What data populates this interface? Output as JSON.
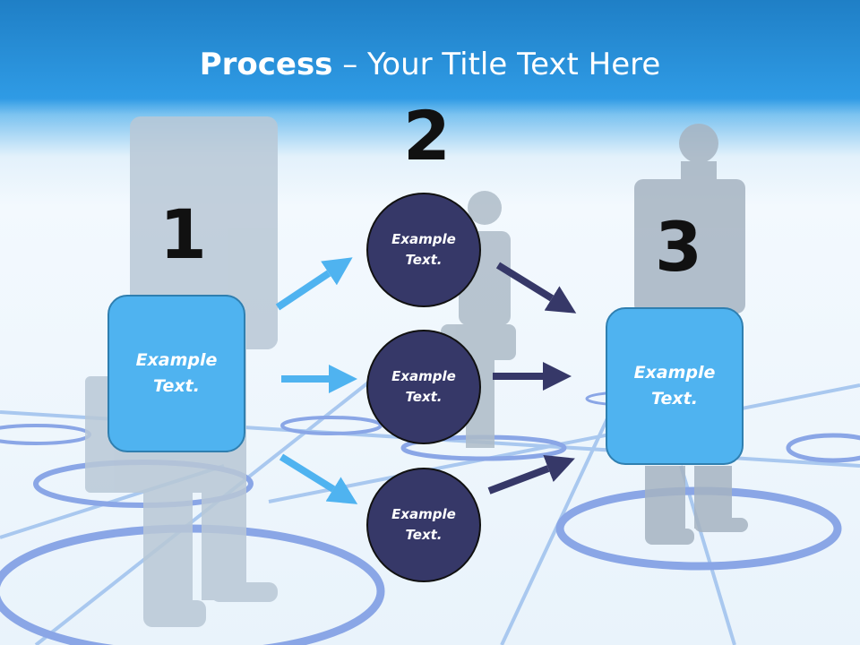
{
  "title": {
    "bold": "Process",
    "rest": " – Your Title Text Here"
  },
  "steps": [
    {
      "number": "1",
      "text_line1": "Example",
      "text_line2": "Text."
    },
    {
      "number": "2",
      "text_line1": "Example",
      "text_line2": "Text."
    },
    {
      "number": "3",
      "text_line1": "Example",
      "text_line2": "Text."
    }
  ],
  "circles": [
    {
      "text_line1": "Example",
      "text_line2": "Text."
    },
    {
      "text_line1": "Example",
      "text_line2": "Text."
    },
    {
      "text_line1": "Example",
      "text_line2": "Text."
    }
  ],
  "colors": {
    "header": "#2f9be5",
    "box_fill": "#4fb3f0",
    "circle_fill": "#363868",
    "arrow_light": "#4fb3f0",
    "arrow_dark": "#363868"
  }
}
